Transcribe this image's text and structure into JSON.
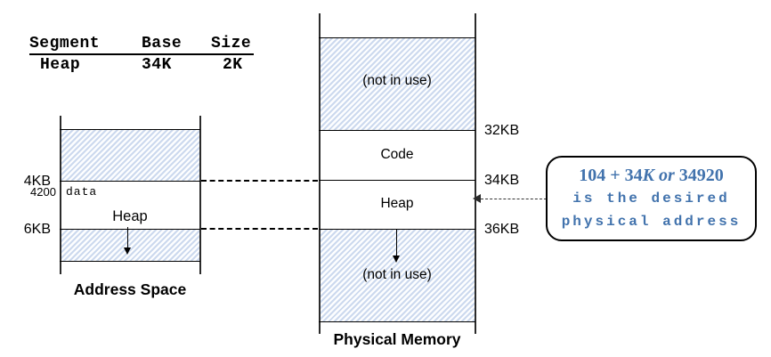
{
  "segment_table": {
    "headers": [
      "Segment",
      "Base",
      "Size"
    ],
    "row": [
      "Heap",
      "34K",
      "2K"
    ]
  },
  "address_space": {
    "caption": "Address Space",
    "marker_top": "4KB",
    "marker_bottom": "6KB",
    "offset_value": "4200",
    "offset_tag": "data",
    "segment_label": "Heap"
  },
  "physical_memory": {
    "caption": "Physical Memory",
    "region_top": "(not in use)",
    "region_code": "Code",
    "region_heap": "Heap",
    "region_bottom": "(not in use)",
    "marker_32": "32KB",
    "marker_34": "34KB",
    "marker_36": "36KB"
  },
  "callout": {
    "formula_base": "104 + 34",
    "formula_var": "K",
    "formula_conj": " or ",
    "formula_result": "34920",
    "line2": "is the desired",
    "line3": "physical address",
    "text_color": "#4273ad"
  },
  "colors": {
    "hatch_stripe": "#ccd9ee",
    "hatch_background": "#ffffff",
    "line_color": "#000000"
  }
}
